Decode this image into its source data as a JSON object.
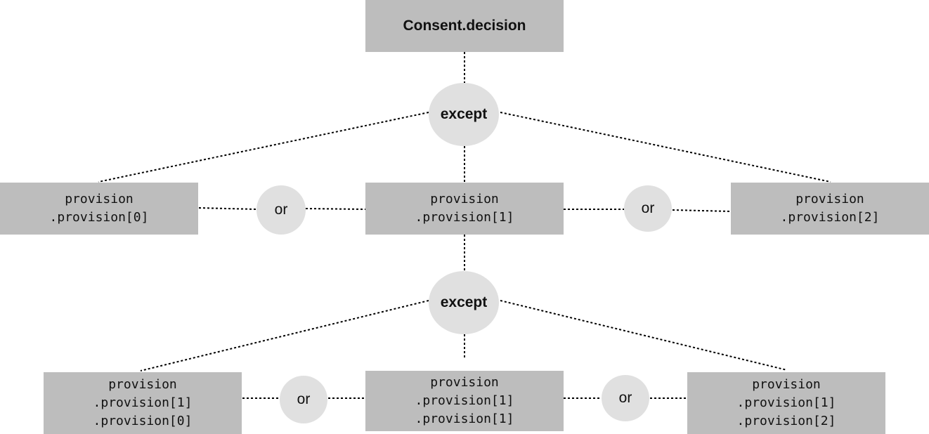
{
  "root": {
    "label": "Consent.decision"
  },
  "level1": {
    "except_label": "except",
    "or_left_label": "or",
    "or_right_label": "or",
    "provisions": [
      {
        "line1": "provision",
        "line2": ".provision[0]"
      },
      {
        "line1": "provision",
        "line2": ".provision[1]"
      },
      {
        "line1": "provision",
        "line2": ".provision[2]"
      }
    ]
  },
  "level2": {
    "except_label": "except",
    "or_left_label": "or",
    "or_right_label": "or",
    "provisions": [
      {
        "line1": "provision",
        "line2": ".provision[1]",
        "line3": ".provision[0]"
      },
      {
        "line1": "provision",
        "line2": ".provision[1]",
        "line3": ".provision[1]"
      },
      {
        "line1": "provision",
        "line2": ".provision[1]",
        "line3": ".provision[2]"
      }
    ]
  },
  "colors": {
    "box_fill": "#bdbdbd",
    "node_fill": "#e0e0e0",
    "connector": "#000000"
  }
}
